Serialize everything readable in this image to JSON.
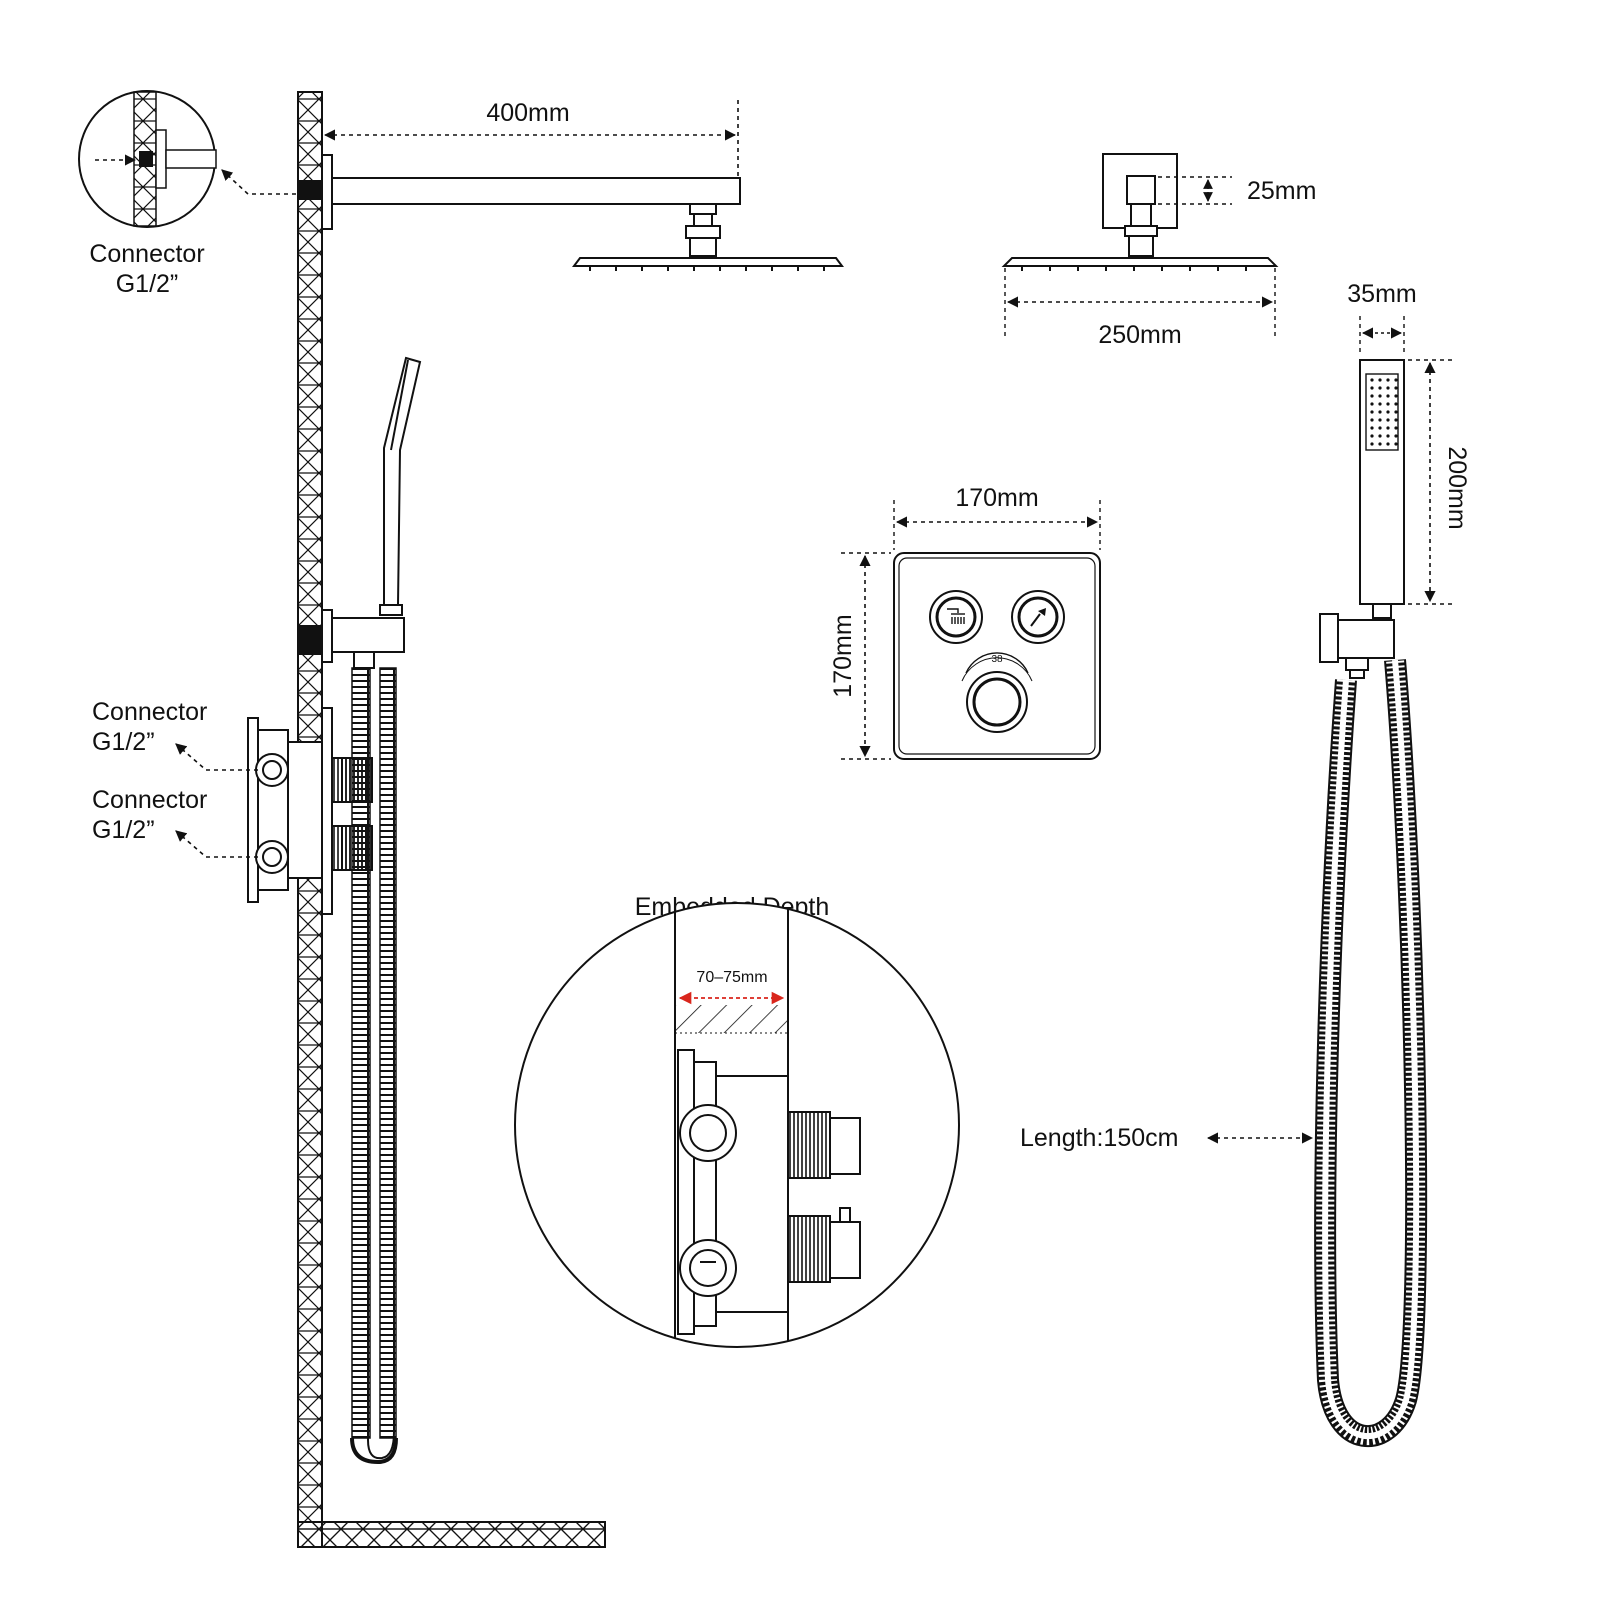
{
  "labels": {
    "connector_top_line1": "Connector",
    "connector_top_line2": "G1/2”",
    "connector_mid_line1": "Connector",
    "connector_mid_line2": "G1/2”",
    "connector_low_line1": "Connector",
    "connector_low_line2": "G1/2”",
    "arm_length": "400mm",
    "showerhead_neck": "25mm",
    "showerhead_width": "250mm",
    "handheld_width": "35mm",
    "handheld_length": "200mm",
    "panel_width": "170mm",
    "panel_height": "170mm",
    "temperature": "38",
    "embedded_title": "Embedded Depth",
    "embedded_depth": "70–75mm",
    "hose_length": "Length:150cm"
  },
  "colors": {
    "line": "#111111",
    "dimension_accent": "#d9261c"
  },
  "icons": {
    "button_left": "overhead-shower-icon",
    "button_right": "hand-shower-icon"
  }
}
